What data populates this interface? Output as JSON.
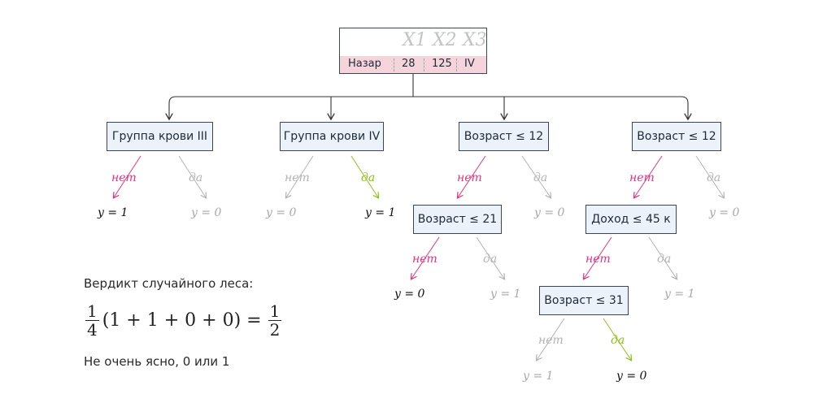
{
  "root": {
    "headers": [
      "X1",
      "X2",
      "X3"
    ],
    "name": "Назар",
    "values": [
      "28",
      "125",
      "IV"
    ]
  },
  "trees": [
    {
      "label": "Группа крови   III",
      "no": "нет",
      "yes": "да",
      "leaf_no": "y = 1",
      "leaf_yes": "y = 0"
    },
    {
      "label": "Группа крови   IV",
      "no": "нет",
      "yes": "да",
      "leaf_no": "y = 0",
      "leaf_yes": "y = 1"
    },
    {
      "label": "Возраст  ≤ 12",
      "no": "нет",
      "yes": "да",
      "leaf_yes": "y = 0",
      "child": {
        "label": "Возраст  ≤ 21",
        "no": "нет",
        "yes": "да",
        "leaf_no": "y = 0",
        "leaf_yes": "y = 1"
      }
    },
    {
      "label": "Возраст  ≤ 12",
      "no": "нет",
      "yes": "да",
      "leaf_yes": "y = 0",
      "child": {
        "label": "Доход   ≤ 45 к",
        "no": "нет",
        "yes": "да",
        "leaf_yes": "y = 1",
        "child": {
          "label": "Возраст  ≤ 31",
          "no": "нет",
          "yes": "да",
          "leaf_no": "y = 1",
          "leaf_yes": "y = 0"
        }
      }
    }
  ],
  "verdict": {
    "title": "Вердикт случайного леса:",
    "formula": {
      "lhs_num": "1",
      "lhs_den": "4",
      "expr": "(1 + 1 + 0 + 0) =",
      "rhs_num": "1",
      "rhs_den": "2"
    },
    "conclusion": "Не очень ясно, 0 или 1"
  },
  "colors": {
    "no_active": "#e0347a",
    "yes_active": "#8cc213",
    "inactive": "#b3b3b3",
    "node_fill": "#ebf2f9",
    "row_fill": "#f6d4db"
  }
}
